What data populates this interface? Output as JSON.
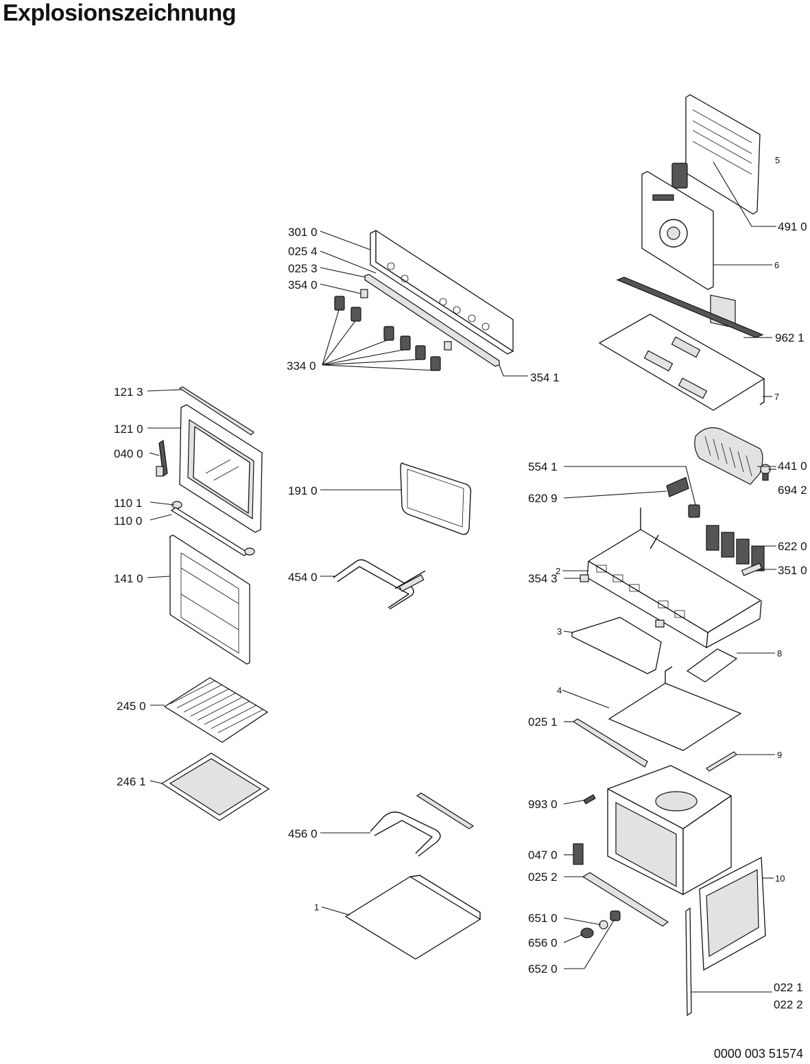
{
  "title": "Explosionszeichnung",
  "document_number": "0000 003 51574",
  "callouts": {
    "c3010": "301 0",
    "c0254": "025 4",
    "c0253": "025 3",
    "c3540": "354 0",
    "c3340": "334 0",
    "c3541": "354 1",
    "c1213": "121 3",
    "c1210": "121 0",
    "c0400": "040 0",
    "c1101": "110 1",
    "c1100": "110 0",
    "c1410": "141 0",
    "c2450": "245 0",
    "c2461": "246 1",
    "c1910": "191 0",
    "c4540": "454 0",
    "c4560": "456 0",
    "c1": "1",
    "c5": "5",
    "c4910": "491 0",
    "c6": "6",
    "c9621": "962 1",
    "c7": "7",
    "c4410": "441 0",
    "c5541": "554 1",
    "c6942": "694 2",
    "c6209": "620 9",
    "c6220": "622 0",
    "c2": "2",
    "c3510": "351 0",
    "c3543": "354 3",
    "c3": "3",
    "c8": "8",
    "c4": "4",
    "c0251": "025 1",
    "c9": "9",
    "c9930": "993 0",
    "c0470": "047 0",
    "c0252": "025 2",
    "c10": "10",
    "c6510": "651 0",
    "c6560": "656 0",
    "c6520": "652 0",
    "c0221": "022 1",
    "c0222": "022 2"
  }
}
